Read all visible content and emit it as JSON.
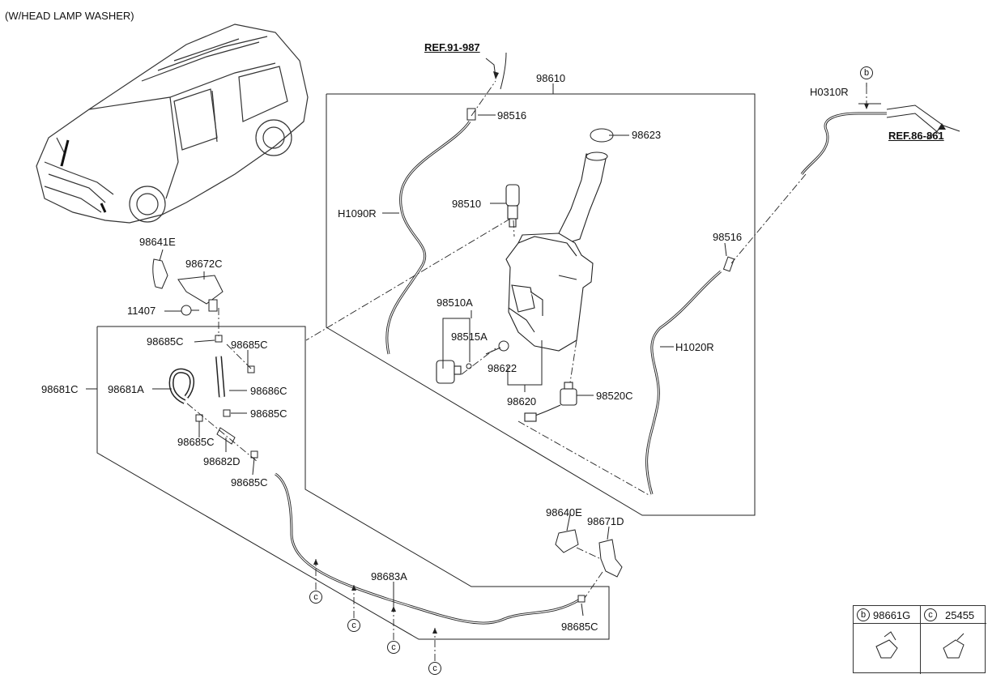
{
  "title": "(W/HEAD LAMP WASHER)",
  "refs": {
    "ref_top": "REF.91-987",
    "ref_right": "REF.86-861"
  },
  "parts": {
    "p98610": "98610",
    "p98516_top": "98516",
    "p98623": "98623",
    "pH1090R": "H1090R",
    "p98510": "98510",
    "p98510A": "98510A",
    "p98515A": "98515A",
    "p98622": "98622",
    "p98620": "98620",
    "p98520C": "98520C",
    "pH0310R": "H0310R",
    "p98516_right": "98516",
    "pH1020R": "H1020R",
    "p98641E": "98641E",
    "p98672C": "98672C",
    "p11407": "11407",
    "p98685C_1": "98685C",
    "p98685C_2": "98685C",
    "p98681C": "98681C",
    "p98681A": "98681A",
    "p98686C": "98686C",
    "p98685C_3": "98685C",
    "p98685C_4": "98685C",
    "p98682D": "98682D",
    "p98685C_5": "98685C",
    "p98640E": "98640E",
    "p98671D": "98671D",
    "p98683A": "98683A",
    "p98685C_6": "98685C"
  },
  "callouts": {
    "b": "b",
    "c": "c"
  },
  "legend": {
    "b_letter": "b",
    "b_code": "98661G",
    "c_letter": "c",
    "c_code": "25455"
  }
}
